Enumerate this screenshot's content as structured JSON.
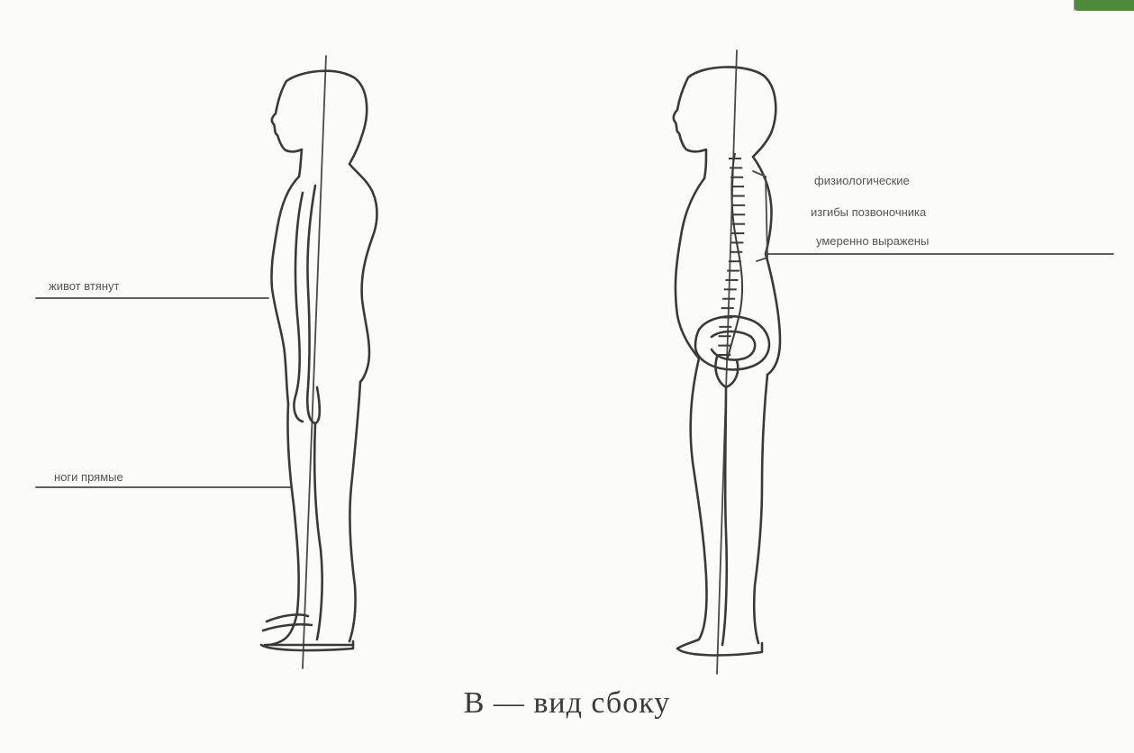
{
  "figure": {
    "caption": "В — вид сбоку"
  },
  "left_figure": {
    "label_belly": "живот втянут",
    "label_legs": "ноги прямые"
  },
  "right_figure": {
    "label_spine": [
      "физиологические",
      "изгибы позвоночника",
      "умеренно выражены"
    ]
  },
  "colors": {
    "ink": "#3a3a3a",
    "background": "#fbfbf9",
    "corner_accent": "#4f8a3a"
  }
}
